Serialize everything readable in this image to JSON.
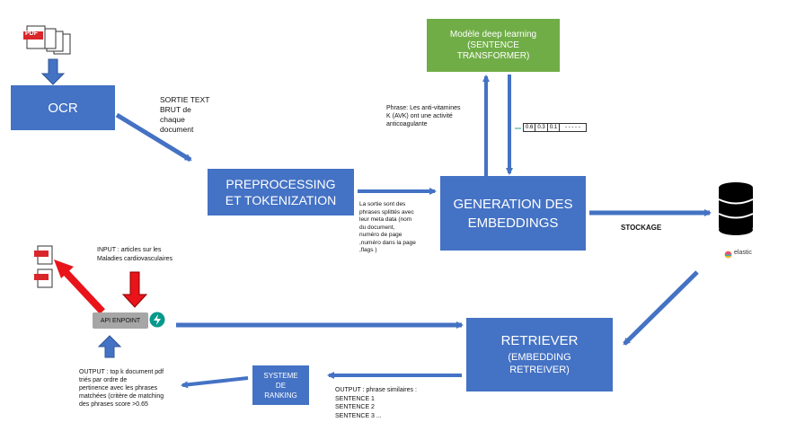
{
  "boxes": {
    "ocr": "OCR",
    "preprocessing": "PREPROCESSING\nET TOKENIZATION",
    "generation": "GENERATION DES\nEMBEDDINGS",
    "model": "Modèle deep learning\n(SENTENCE\nTRANSFORMER)",
    "retriever_main": "RETRIEVER",
    "retriever_sub": "(EMBEDDING\nRETREIVER)",
    "ranking": "SYSTEME\nDE\nRANKING",
    "api": "API ENPOINT"
  },
  "notes": {
    "sortie_text": "SORTIE TEXT\nBRUT de\nchaque\ndocument",
    "phrase": "Phrase: Les anti-vitamines\nK (AVK) ont une activité\nanticoagulante",
    "split": "La sortie sont des\nphrases splittés avec\nleur meta data (nom\ndu document,\nnuméro de page\n,numéro dans la page\n,flags )",
    "stockage": "STOCKAGE",
    "input": "INPUT : articles sur les\nMaladies cardiovasculaires",
    "output_phrases": "OUTPUT : phrase similaires :\nSENTENCE 1\nSENTENCE 2\nSENTENCE 3 ...",
    "output_docs": "OUTPUT : top k document pdf\ntriés par ordre de\npertinence  avec les phrases\nmatchées (critère de matching\ndes phrases score >0.65"
  },
  "vector": [
    "0.6",
    "0.3",
    "0.1",
    "- - - - -"
  ],
  "pdf_label": "PDF",
  "elastic_label": "elastic",
  "icons": {
    "pdf_stack": "pdf-files-icon",
    "pdf_out": "pdf-file-icon",
    "database": "database-icon",
    "elastic": "elastic-logo-icon",
    "bolt": "lightning-icon"
  },
  "colors": {
    "box_blue": "#4472c4",
    "model_green": "#70ad47",
    "arrow_blue": "#4472c4",
    "arrow_red": "#e8141a",
    "api_gray": "#a6a6a6",
    "bolt_teal": "#05998b"
  }
}
